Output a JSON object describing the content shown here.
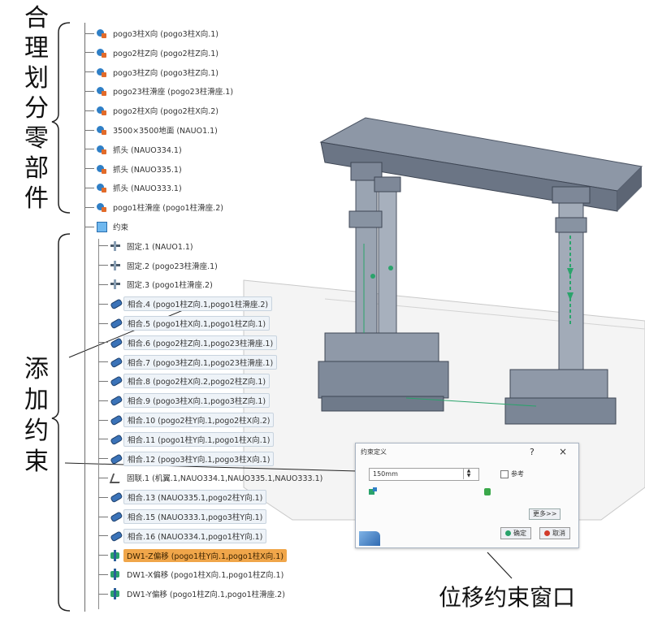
{
  "side_labels": {
    "part_group": [
      "合",
      "理",
      "划",
      "分",
      "零",
      "部",
      "件"
    ],
    "constraint_group": [
      "添",
      "加",
      "约",
      "束"
    ],
    "window_caption": "位移约束窗口"
  },
  "tree": {
    "parts": [
      "pogo3柱X向 (pogo3柱X向.1)",
      "pogo2柱Z向 (pogo2柱Z向.1)",
      "pogo3柱Z向 (pogo3柱Z向.1)",
      "pogo23柱滑座 (pogo23柱滑座.1)",
      "pogo2柱X向 (pogo2柱X向.2)",
      "3500×3500地面 (NAUO1.1)",
      "抓头 (NAUO334.1)",
      "抓头 (NAUO335.1)",
      "抓头 (NAUO333.1)",
      "pogo1柱滑座 (pogo1柱滑座.2)"
    ],
    "constraints_label": "约束",
    "constraints": [
      {
        "icon": "fix",
        "text": "固定.1 (NAUO1.1)"
      },
      {
        "icon": "fix",
        "text": "固定.2 (pogo23柱滑座.1)"
      },
      {
        "icon": "fix",
        "text": "固定.3 (pogo1柱滑座.2)"
      },
      {
        "icon": "coin",
        "text": "相合.4 (pogo1柱Z向.1,pogo1柱滑座.2)"
      },
      {
        "icon": "coin",
        "text": "相合.5 (pogo1柱X向.1,pogo1柱Z向.1)"
      },
      {
        "icon": "coin",
        "text": "相合.6 (pogo2柱Z向.1,pogo23柱滑座.1)"
      },
      {
        "icon": "coin",
        "text": "相合.7 (pogo3柱Z向.1,pogo23柱滑座.1)"
      },
      {
        "icon": "coin",
        "text": "相合.8 (pogo2柱X向.2,pogo2柱Z向.1)"
      },
      {
        "icon": "coin",
        "text": "相合.9 (pogo3柱X向.1,pogo3柱Z向.1)"
      },
      {
        "icon": "coin",
        "text": "相合.10 (pogo2柱Y向.1,pogo2柱X向.2)"
      },
      {
        "icon": "coin",
        "text": "相合.11 (pogo1柱Y向.1,pogo1柱X向.1)"
      },
      {
        "icon": "coin",
        "text": "相合.12 (pogo3柱Y向.1,pogo3柱X向.1)"
      },
      {
        "icon": "ang",
        "text": "固联.1 (机翼.1,NAUO334.1,NAUO335.1,NAUO333.1)"
      },
      {
        "icon": "coin",
        "text": "相合.13 (NAUO335.1,pogo2柱Y向.1)"
      },
      {
        "icon": "coin",
        "text": "相合.15 (NAUO333.1,pogo3柱Y向.1)"
      },
      {
        "icon": "coin",
        "text": "相合.16 (NAUO334.1,pogo1柱Y向.1)"
      },
      {
        "icon": "dw",
        "text": "DW1-Z偏移 (pogo1柱Y向.1,pogo1柱X向.1)",
        "highlight": true
      },
      {
        "icon": "dw",
        "text": "DW1-X偏移 (pogo1柱X向.1,pogo1柱Z向.1)"
      },
      {
        "icon": "dw",
        "text": "DW1-Y偏移 (pogo1柱Z向.1,pogo1柱滑座.2)"
      }
    ]
  },
  "dialog": {
    "title": "约束定义",
    "help": "?",
    "close": "×",
    "value": "150mm",
    "reference_label": "参考",
    "more_button": "更多>>",
    "ok_button": "确定",
    "cancel_button": "取消"
  },
  "colors": {
    "highlight": "#f0a64a",
    "accent_blue": "#2f7fc6",
    "ok_green": "#2aa36b",
    "cancel_red": "#d23b2b"
  }
}
